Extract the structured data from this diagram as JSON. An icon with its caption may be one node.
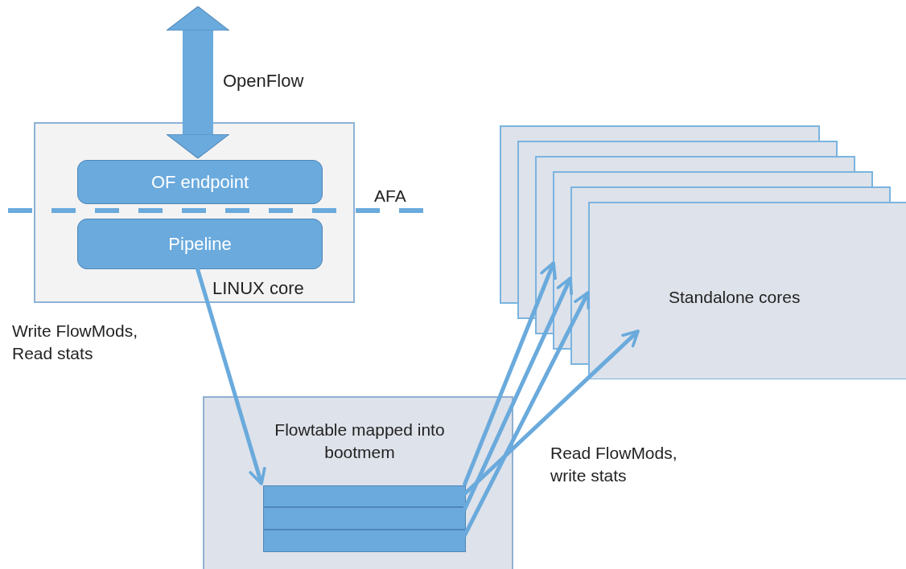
{
  "diagram": {
    "nodes": [
      {
        "text": [
          "LINUX core"
        ]
      },
      {
        "text": [
          "OF endpoint"
        ],
        "in": 0
      },
      {
        "text": [
          "Pipeline"
        ],
        "in": 0
      },
      {
        "text": [
          "Flowtable mapped into bootmem"
        ]
      },
      {
        "text": [],
        "shape": "bar",
        "in": 3
      },
      {
        "text": [],
        "shape": "bar",
        "in": 3
      },
      {
        "text": [],
        "shape": "bar",
        "in": 3
      },
      {
        "text": [
          "Standalone cores"
        ]
      }
    ],
    "edges": [
      {
        "from": null,
        "to": 1,
        "arrow": "both",
        "label": "OpenFlow",
        "style": "thick"
      },
      {
        "from": 2,
        "to": 4,
        "arrow": "to"
      },
      {
        "from": 4,
        "to": 7,
        "arrow": "to"
      },
      {
        "from": 4,
        "to": 7,
        "arrow": "to"
      },
      {
        "from": 5,
        "to": 7,
        "arrow": "to"
      },
      {
        "from": 6,
        "to": 7,
        "arrow": "to"
      }
    ],
    "labels": [
      "AFA",
      "Write FlowMods, Read stats",
      "Read FlowMods, write stats"
    ]
  }
}
